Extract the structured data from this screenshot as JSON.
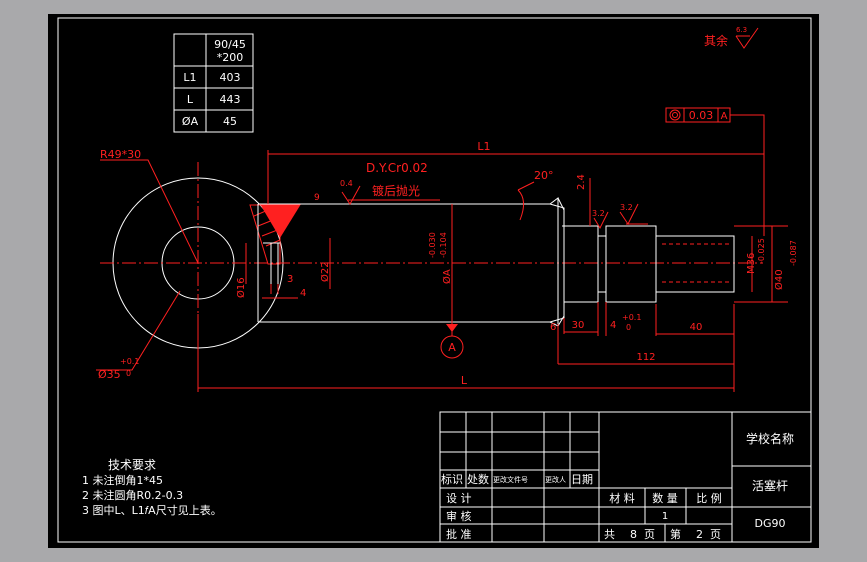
{
  "param_table": {
    "header": [
      "",
      "90/45\n*200"
    ],
    "header_l1": "90/45",
    "header_l2": "*200",
    "rows": [
      {
        "name": "L1",
        "value": "403"
      },
      {
        "name": "L",
        "value": "443"
      },
      {
        "name": "ØA",
        "value": "45"
      }
    ]
  },
  "roughness": {
    "rest_label": "其余",
    "rest_value": "6.3",
    "surface1": "0.4",
    "surface2": "3.2",
    "surface3": "3.2"
  },
  "tolerance_frame": {
    "symbol": "◎",
    "value": "0.03",
    "datum": "A"
  },
  "dimensions": {
    "r_eye": "R49*30",
    "l1": "L1",
    "l": "L",
    "plating": "D.Y.Cr0.02",
    "polish": "镀后抛光",
    "angle": "20°",
    "d_2_4": "2.4",
    "d16": "Ø16",
    "d3": "3",
    "d4": "4",
    "d22": "Ø22",
    "dA": "ØA",
    "dA_tol_up": "-0.030",
    "dA_tol_low": "-0.104",
    "m36": "M36",
    "d40": "Ø40",
    "d40_tol_up": "-0.025",
    "d40_tol_low": "-0.087",
    "d6": "6",
    "d30": "30",
    "d4b": "4",
    "d4b_tol_up": "+0.1",
    "d4b_tol_low": "0",
    "d40len": "40",
    "d112": "112",
    "d35": "Ø35",
    "d35_tol_up": "+0.1",
    "d35_tol_low": "0",
    "d9": "9",
    "datum_a": "A"
  },
  "tech_requirements": {
    "title": "技术要求",
    "items": [
      "1 未注倒角1*45",
      "2 未注圆角R0.2-0.3",
      "3 图中L、L1𝑓A尺寸见上表。"
    ]
  },
  "title_block": {
    "school": "学校名称",
    "part_name": "活塞杆",
    "drawing_no": "DG90",
    "rev_headers": [
      "标识",
      "处数",
      "更改文件号",
      "更改人",
      "日期"
    ],
    "design": "设 计",
    "check": "审 核",
    "approve": "批 准",
    "material_label": "材 料",
    "quantity_label": "数 量",
    "scale_label": "比 例",
    "quantity_value": "1",
    "total_label": "共",
    "total_value": "8",
    "page_unit": "页",
    "sheet_label": "第",
    "sheet_value": "2",
    "sheet_unit": "页"
  }
}
